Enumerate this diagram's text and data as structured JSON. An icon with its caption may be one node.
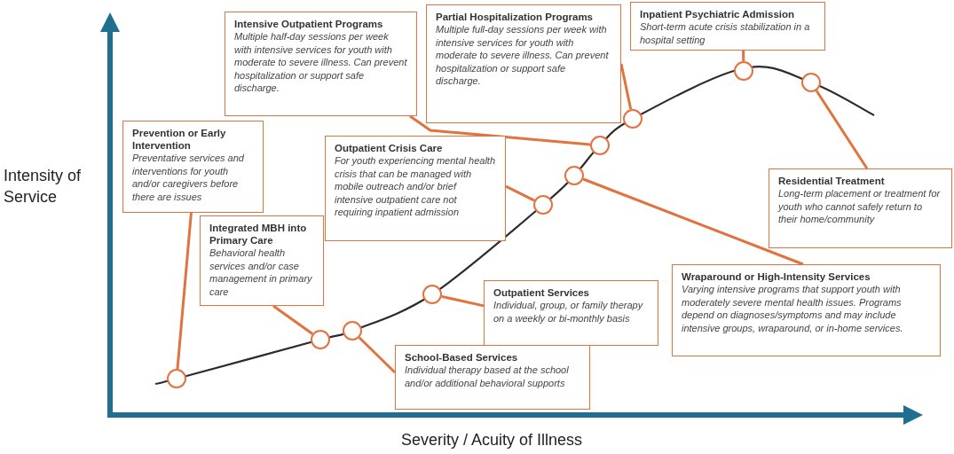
{
  "diagram": {
    "nodes": [
      {
        "text": [
          "Intensive Outpatient Programs",
          "Multiple half-day sessions per week with intensive services for youth with moderate to severe illness. Can prevent hospitalization or support safe discharge."
        ]
      },
      {
        "text": [
          "Partial Hospitalization Programs",
          "Multiple full-day sessions per week with intensive services for youth with moderate to severe illness.  Can prevent hospitalization or support safe discharge."
        ]
      },
      {
        "text": [
          "Inpatient Psychiatric Admission",
          "Short-term acute crisis stabilization in a hospital setting"
        ]
      },
      {
        "text": [
          "Prevention or Early Intervention",
          "Preventative services and interventions for youth and/or caregivers before there are issues"
        ]
      },
      {
        "text": [
          "Outpatient Crisis Care",
          "For youth experiencing mental health crisis that can be managed with mobile outreach and/or brief intensive outpatient care not requiring inpatient admission"
        ]
      },
      {
        "text": [
          "Residential Treatment",
          "Long-term placement or treatment for youth who cannot safely return to their home/community"
        ]
      },
      {
        "text": [
          "Integrated MBH into Primary Care",
          "Behavioral health services and/or case management in primary care"
        ]
      },
      {
        "text": [
          "Wraparound or High-Intensity Services",
          "Varying intensive programs that support youth with moderately severe mental health issues. Programs depend on diagnoses/symptoms and may include intensive groups, wraparound, or in-home services."
        ]
      },
      {
        "text": [
          "Outpatient Services",
          "Individual, group, or family therapy on a weekly or bi-monthly basis"
        ]
      },
      {
        "text": [
          "School-Based Services",
          "Individual therapy based at the school and/or additional behavioral supports"
        ]
      },
      {
        "text": [],
        "shape": "circle"
      },
      {
        "text": [],
        "shape": "circle"
      },
      {
        "text": [],
        "shape": "circle"
      },
      {
        "text": [],
        "shape": "circle"
      },
      {
        "text": [],
        "shape": "circle"
      },
      {
        "text": [],
        "shape": "circle"
      },
      {
        "text": [],
        "shape": "circle"
      },
      {
        "text": [],
        "shape": "circle"
      },
      {
        "text": [],
        "shape": "circle"
      },
      {
        "text": [],
        "shape": "circle"
      }
    ],
    "edges": [
      {
        "from": 0,
        "to": 16,
        "arrow": "none"
      },
      {
        "from": 1,
        "to": 17,
        "arrow": "none"
      },
      {
        "from": 2,
        "to": 18,
        "arrow": "none"
      },
      {
        "from": 3,
        "to": 10,
        "arrow": "none"
      },
      {
        "from": 4,
        "to": 14,
        "arrow": "none"
      },
      {
        "from": 5,
        "to": 19,
        "arrow": "none"
      },
      {
        "from": 6,
        "to": 11,
        "arrow": "none"
      },
      {
        "from": 7,
        "to": 15,
        "arrow": "none"
      },
      {
        "from": 8,
        "to": 13,
        "arrow": "none"
      },
      {
        "from": 9,
        "to": 12,
        "arrow": "none"
      }
    ],
    "labels": [
      "Intensity of Service",
      "Severity / Acuity of Illness"
    ]
  }
}
